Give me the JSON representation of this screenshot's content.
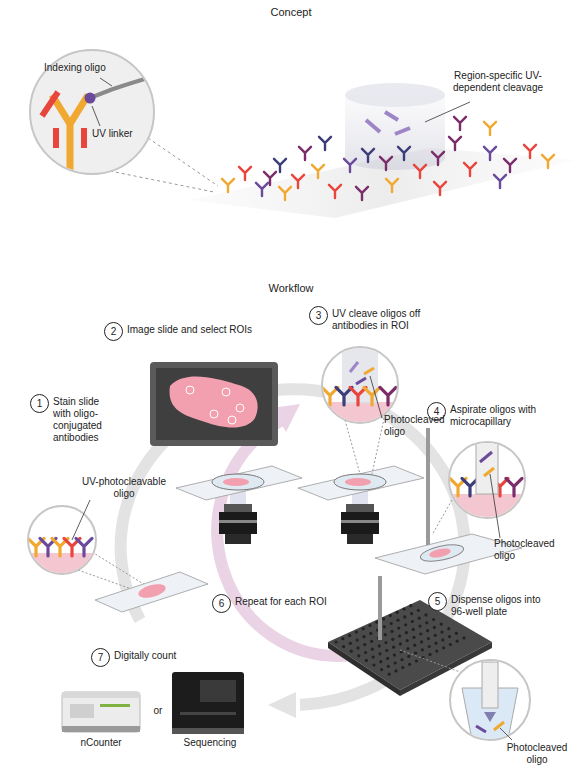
{
  "diagram": {
    "nodes": [
      {
        "text": [
          "1",
          "Stain slide with oligo-conjugated antibodies"
        ]
      },
      {
        "text": [
          "2",
          "Image slide and select ROIs"
        ]
      },
      {
        "text": [
          "3",
          "UV cleave oligos off antibodies in ROI"
        ]
      },
      {
        "text": [
          "4",
          "Aspirate oligos with microcapillary"
        ]
      },
      {
        "text": [
          "5",
          "Dispense oligos into 96-well plate"
        ]
      },
      {
        "text": [
          "6",
          "Repeat for each ROI"
        ]
      },
      {
        "text": [
          "7",
          "Digitally count"
        ]
      }
    ],
    "labels": [
      "Concept",
      "Indexing oligo",
      "UV linker",
      "Region-specific UV-dependent cleavage",
      "Workflow",
      "UV-photocleavable oligo",
      "Photocleaved oligo",
      "Photocleaved oligo",
      "Photocleaved oligo",
      "nCounter",
      "or",
      "Sequencing"
    ]
  }
}
